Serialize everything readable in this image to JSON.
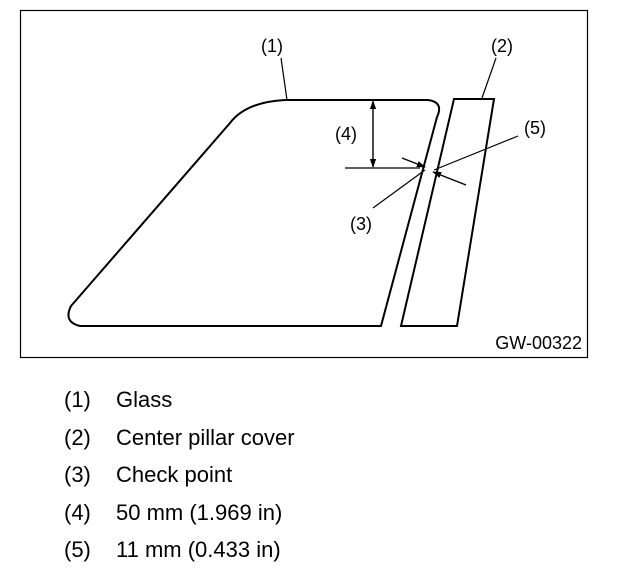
{
  "figure_id": "GW-00322",
  "callouts": {
    "c1": "(1)",
    "c2": "(2)",
    "c3": "(3)",
    "c4": "(4)",
    "c5": "(5)"
  },
  "legend": [
    {
      "num": "(1)",
      "text": "Glass"
    },
    {
      "num": "(2)",
      "text": "Center pillar cover"
    },
    {
      "num": "(3)",
      "text": "Check point"
    },
    {
      "num": "(4)",
      "text": "50 mm (1.969 in)"
    },
    {
      "num": "(5)",
      "text": "11 mm (0.433 in)"
    }
  ]
}
